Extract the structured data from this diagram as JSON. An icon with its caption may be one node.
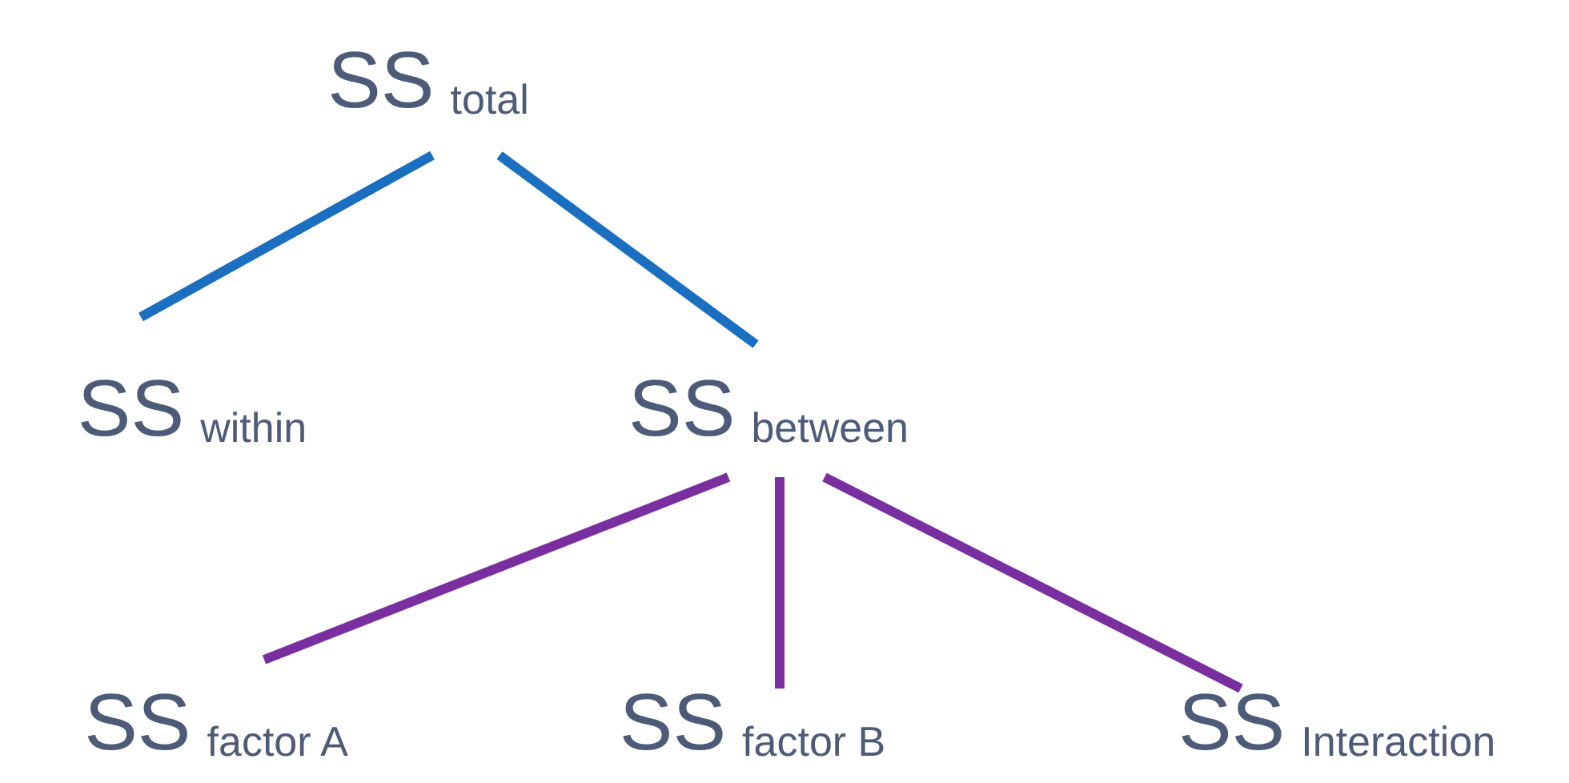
{
  "diagram": {
    "nodes": [
      {
        "text": [
          "SS$_{total}$"
        ]
      },
      {
        "text": [
          "SS$_{within}$"
        ]
      },
      {
        "text": [
          "SS$_{between}$"
        ]
      },
      {
        "text": [
          "SS$_{factor A}$"
        ]
      },
      {
        "text": [
          "SS$_{factor B}$"
        ]
      },
      {
        "text": [
          "SS$_{Interaction}$"
        ]
      }
    ],
    "edges": [
      {
        "from": 0,
        "to": 1,
        "arrow": "none",
        "color": "#1a6fc0"
      },
      {
        "from": 0,
        "to": 2,
        "arrow": "none",
        "color": "#1a6fc0"
      },
      {
        "from": 2,
        "to": 3,
        "arrow": "none"
      },
      {
        "from": 2,
        "to": 4,
        "arrow": "none"
      },
      {
        "from": 2,
        "to": 5,
        "arrow": "none"
      }
    ]
  }
}
